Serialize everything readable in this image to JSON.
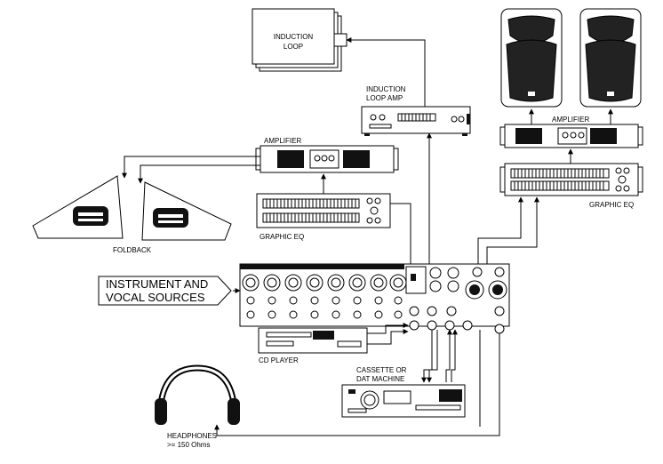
{
  "labels": {
    "induction_loop_line1": "INDUCTION",
    "induction_loop_line2": "LOOP",
    "induction_amp_line1": "INDUCTION",
    "induction_amp_line2": "LOOP AMP",
    "amplifier_left": "AMPLIFIER",
    "amplifier_right": "AMPLIFIER",
    "graphic_eq_left": "GRAPHIC EQ",
    "graphic_eq_right": "GRAPHIC EQ",
    "foldback": "FOLDBACK",
    "sources_line1": "INSTRUMENT AND",
    "sources_line2": "VOCAL SOURCES",
    "cd_player": "CD PLAYER",
    "cassette_line1": "CASSETTE OR",
    "cassette_line2": "DAT MACHINE",
    "headphones_line1": "HEADPHONES",
    "headphones_line2": ">= 150 Ohms"
  }
}
